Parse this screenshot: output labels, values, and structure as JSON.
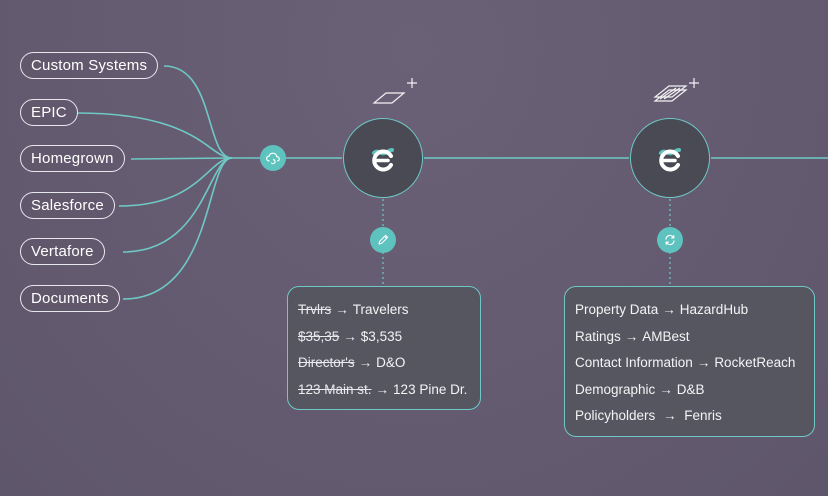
{
  "sources": [
    {
      "label": "Custom Systems"
    },
    {
      "label": "EPIC"
    },
    {
      "label": "Homegrown"
    },
    {
      "label": "Salesforce"
    },
    {
      "label": "Vertafore"
    },
    {
      "label": "Documents"
    }
  ],
  "cleaning_card": {
    "rows": [
      {
        "old": "Trvlrs",
        "arrow": "→",
        "new": "Travelers"
      },
      {
        "old": "$35,35",
        "arrow": "→",
        "new": "$3,535"
      },
      {
        "old": "Director's",
        "arrow": "→",
        "new": "D&O"
      },
      {
        "old": "123 Main st.",
        "arrow": "→",
        "new": "123 Pine Dr."
      }
    ]
  },
  "enrichment_card": {
    "rows": [
      {
        "label": "Property Data",
        "arrow": "→",
        "target": "HazardHub"
      },
      {
        "label": "Ratings",
        "arrow": "→",
        "target": "AMBest"
      },
      {
        "label": "Contact Information",
        "arrow": "→",
        "target": "RocketReach"
      },
      {
        "label": "Demographic",
        "arrow": "→",
        "target": "D&B"
      },
      {
        "label": "Policyholders ",
        "arrow": "→",
        "target": " Fenris"
      }
    ]
  },
  "icons": {
    "ingest": "cloud-sync-icon",
    "node_logo": "logo-icon",
    "clean": "pencil-icon",
    "enrich": "refresh-icon",
    "layer_add_1": "layer-plus-icon",
    "layer_add_2": "layers-plus-icon"
  },
  "colors": {
    "accent": "#5ec2bf",
    "line": "#6ec9c6",
    "background": "#655b71",
    "card_fill": "#555660"
  }
}
